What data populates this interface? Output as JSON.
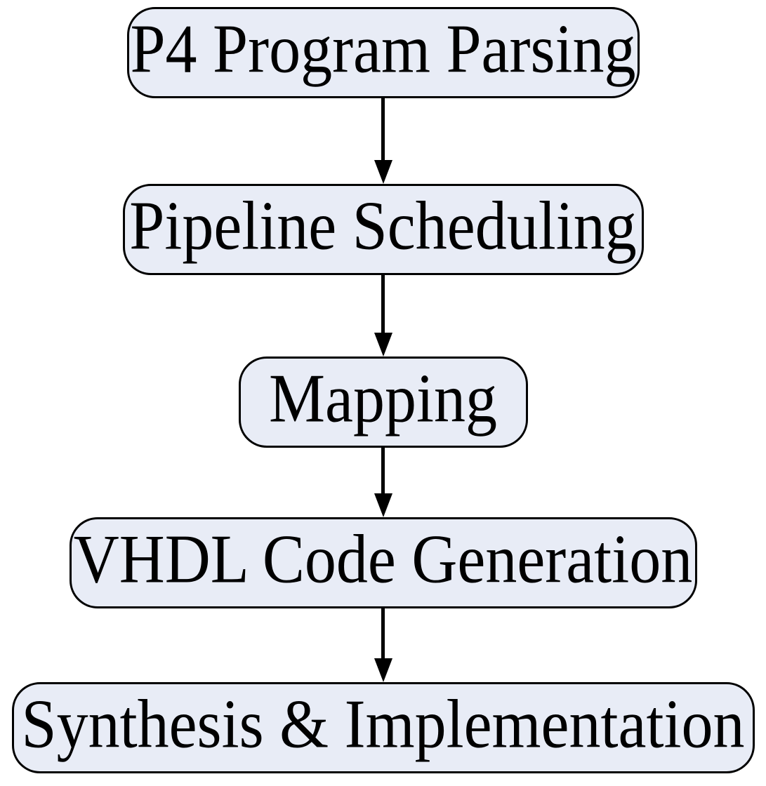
{
  "diagram": {
    "type": "flowchart",
    "direction": "top-down",
    "background_color": "#ffffff",
    "node_fill_color": "#e8ecf6",
    "node_border_color": "#000000",
    "text_color": "#000000",
    "arrow_color": "#000000",
    "nodes": [
      {
        "id": "p4-program-parsing",
        "label": "P4 Program Parsing"
      },
      {
        "id": "pipeline-scheduling",
        "label": "Pipeline Scheduling"
      },
      {
        "id": "mapping",
        "label": "Mapping"
      },
      {
        "id": "vhdl-code-generation",
        "label": "VHDL Code Generation"
      },
      {
        "id": "synthesis-implementation",
        "label": "Synthesis & Implementation"
      }
    ],
    "edges": [
      {
        "from": "p4-program-parsing",
        "to": "pipeline-scheduling"
      },
      {
        "from": "pipeline-scheduling",
        "to": "mapping"
      },
      {
        "from": "mapping",
        "to": "vhdl-code-generation"
      },
      {
        "from": "vhdl-code-generation",
        "to": "synthesis-implementation"
      }
    ]
  }
}
